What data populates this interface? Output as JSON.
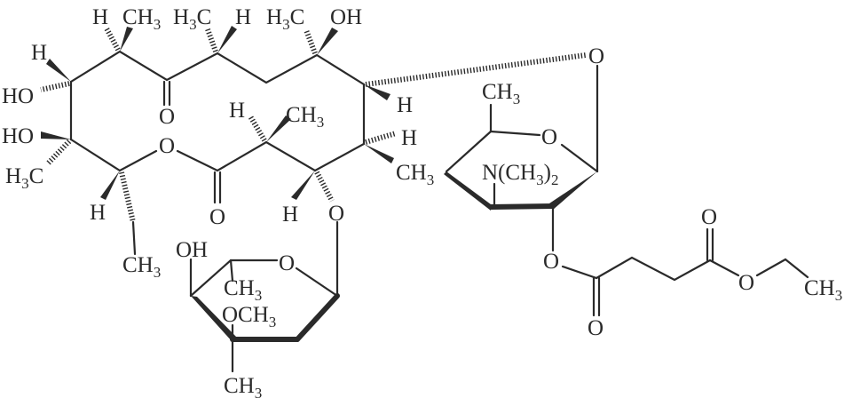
{
  "title": "Erythromycin ethylsuccinate structure",
  "atom_labels": [
    "H",
    "HO",
    "HO",
    "H3C",
    "H",
    "CH3",
    "H",
    "CH3",
    "H3C",
    "H",
    "H3C",
    "OH",
    "O",
    "O",
    "O",
    "H",
    "CH3",
    "H",
    "H",
    "CH3",
    "H",
    "O",
    "O",
    "CH3",
    "O",
    "N(CH3)2",
    "OH",
    "O",
    "CH3",
    "OCH3",
    "CH3",
    "O",
    "O",
    "O",
    "O",
    "CH3"
  ],
  "colors": {
    "ink": "#2a2a2a",
    "background": "#ffffff"
  }
}
